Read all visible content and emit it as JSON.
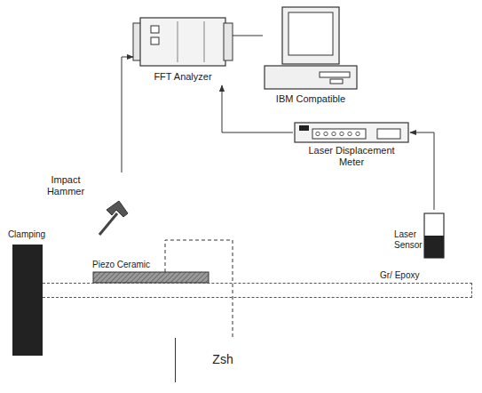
{
  "diagram": {
    "nodes": [
      {
        "text": [
          "FFT Analyzer"
        ]
      },
      {
        "text": [
          "IBM Compatible"
        ]
      },
      {
        "text": [
          "Laser Displacement Meter"
        ]
      },
      {
        "text": [
          "Laser Sensor"
        ]
      },
      {
        "text": [
          "Impact Hammer"
        ]
      },
      {
        "text": [
          "Piezo Ceramic"
        ]
      },
      {
        "text": [
          "Zsh"
        ]
      },
      {
        "text": [
          "Clamping"
        ]
      },
      {
        "text": [
          "Gr/ Epoxy"
        ]
      }
    ],
    "edges": [
      {
        "from": 4,
        "to": 0,
        "arrow": "to"
      },
      {
        "from": 2,
        "to": 0,
        "arrow": "to"
      },
      {
        "from": 3,
        "to": 2,
        "arrow": "to"
      },
      {
        "from": 0,
        "to": 1,
        "arrow": "none"
      },
      {
        "from": 5,
        "to": 6,
        "arrow": "none"
      }
    ]
  }
}
